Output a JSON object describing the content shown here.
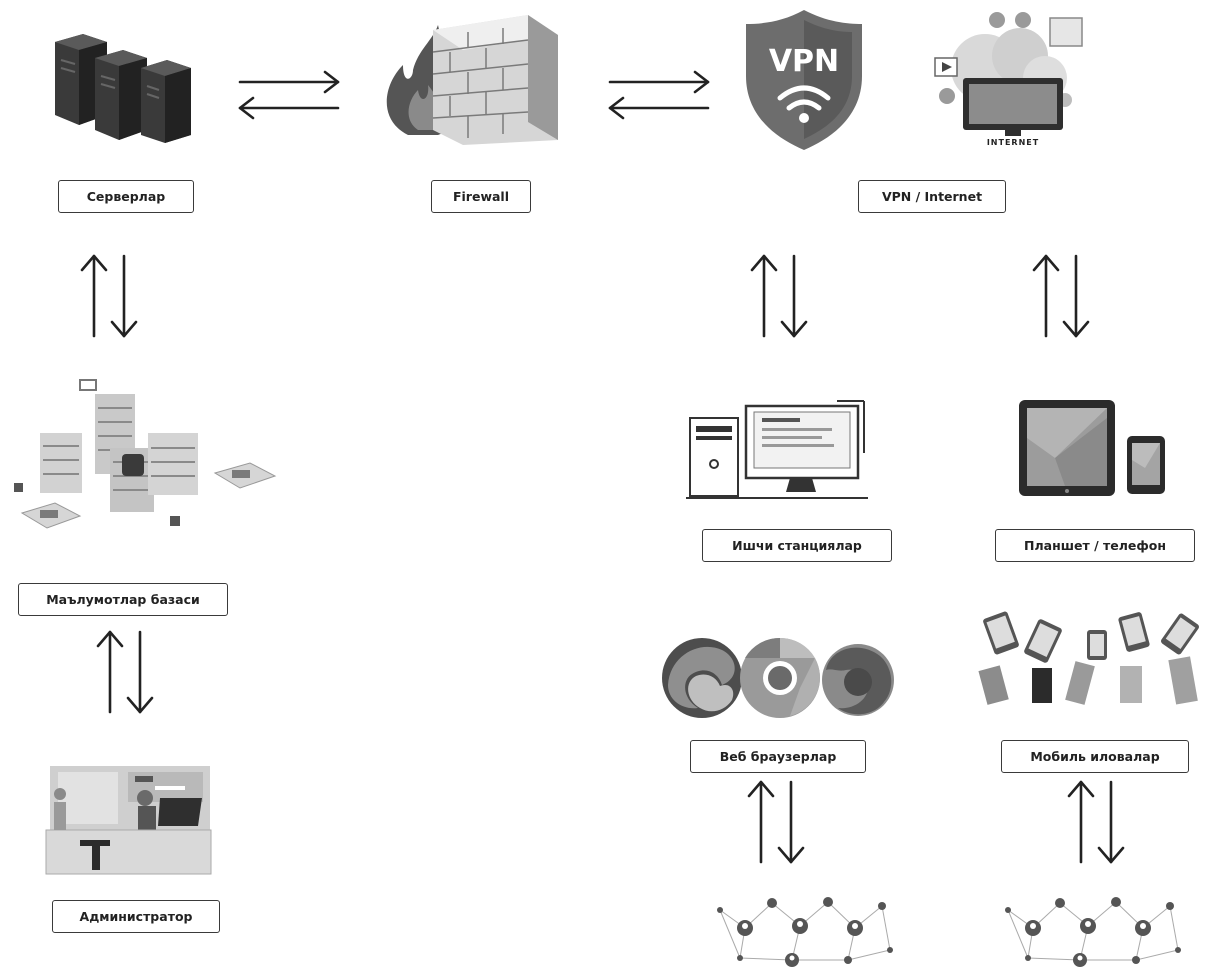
{
  "labels": {
    "servers": "Серверлар",
    "firewall": "Firewall",
    "vpn_internet": "VPN / Internet",
    "database": "Маълумотлар базаси",
    "admin": "Администратор",
    "workstations": "Ишчи станциялар",
    "tablet_phone": "Планшет / телефон",
    "web_browsers": "Веб браузерлар",
    "mobile_apps": "Мобиль иловалар"
  },
  "icons": {
    "vpn_text": "VPN",
    "internet_text": "INTERNET"
  },
  "colors": {
    "ink": "#222222",
    "dark": "#2b2b2b",
    "grey": "#9a9a9a",
    "light": "#e4e4e4"
  }
}
